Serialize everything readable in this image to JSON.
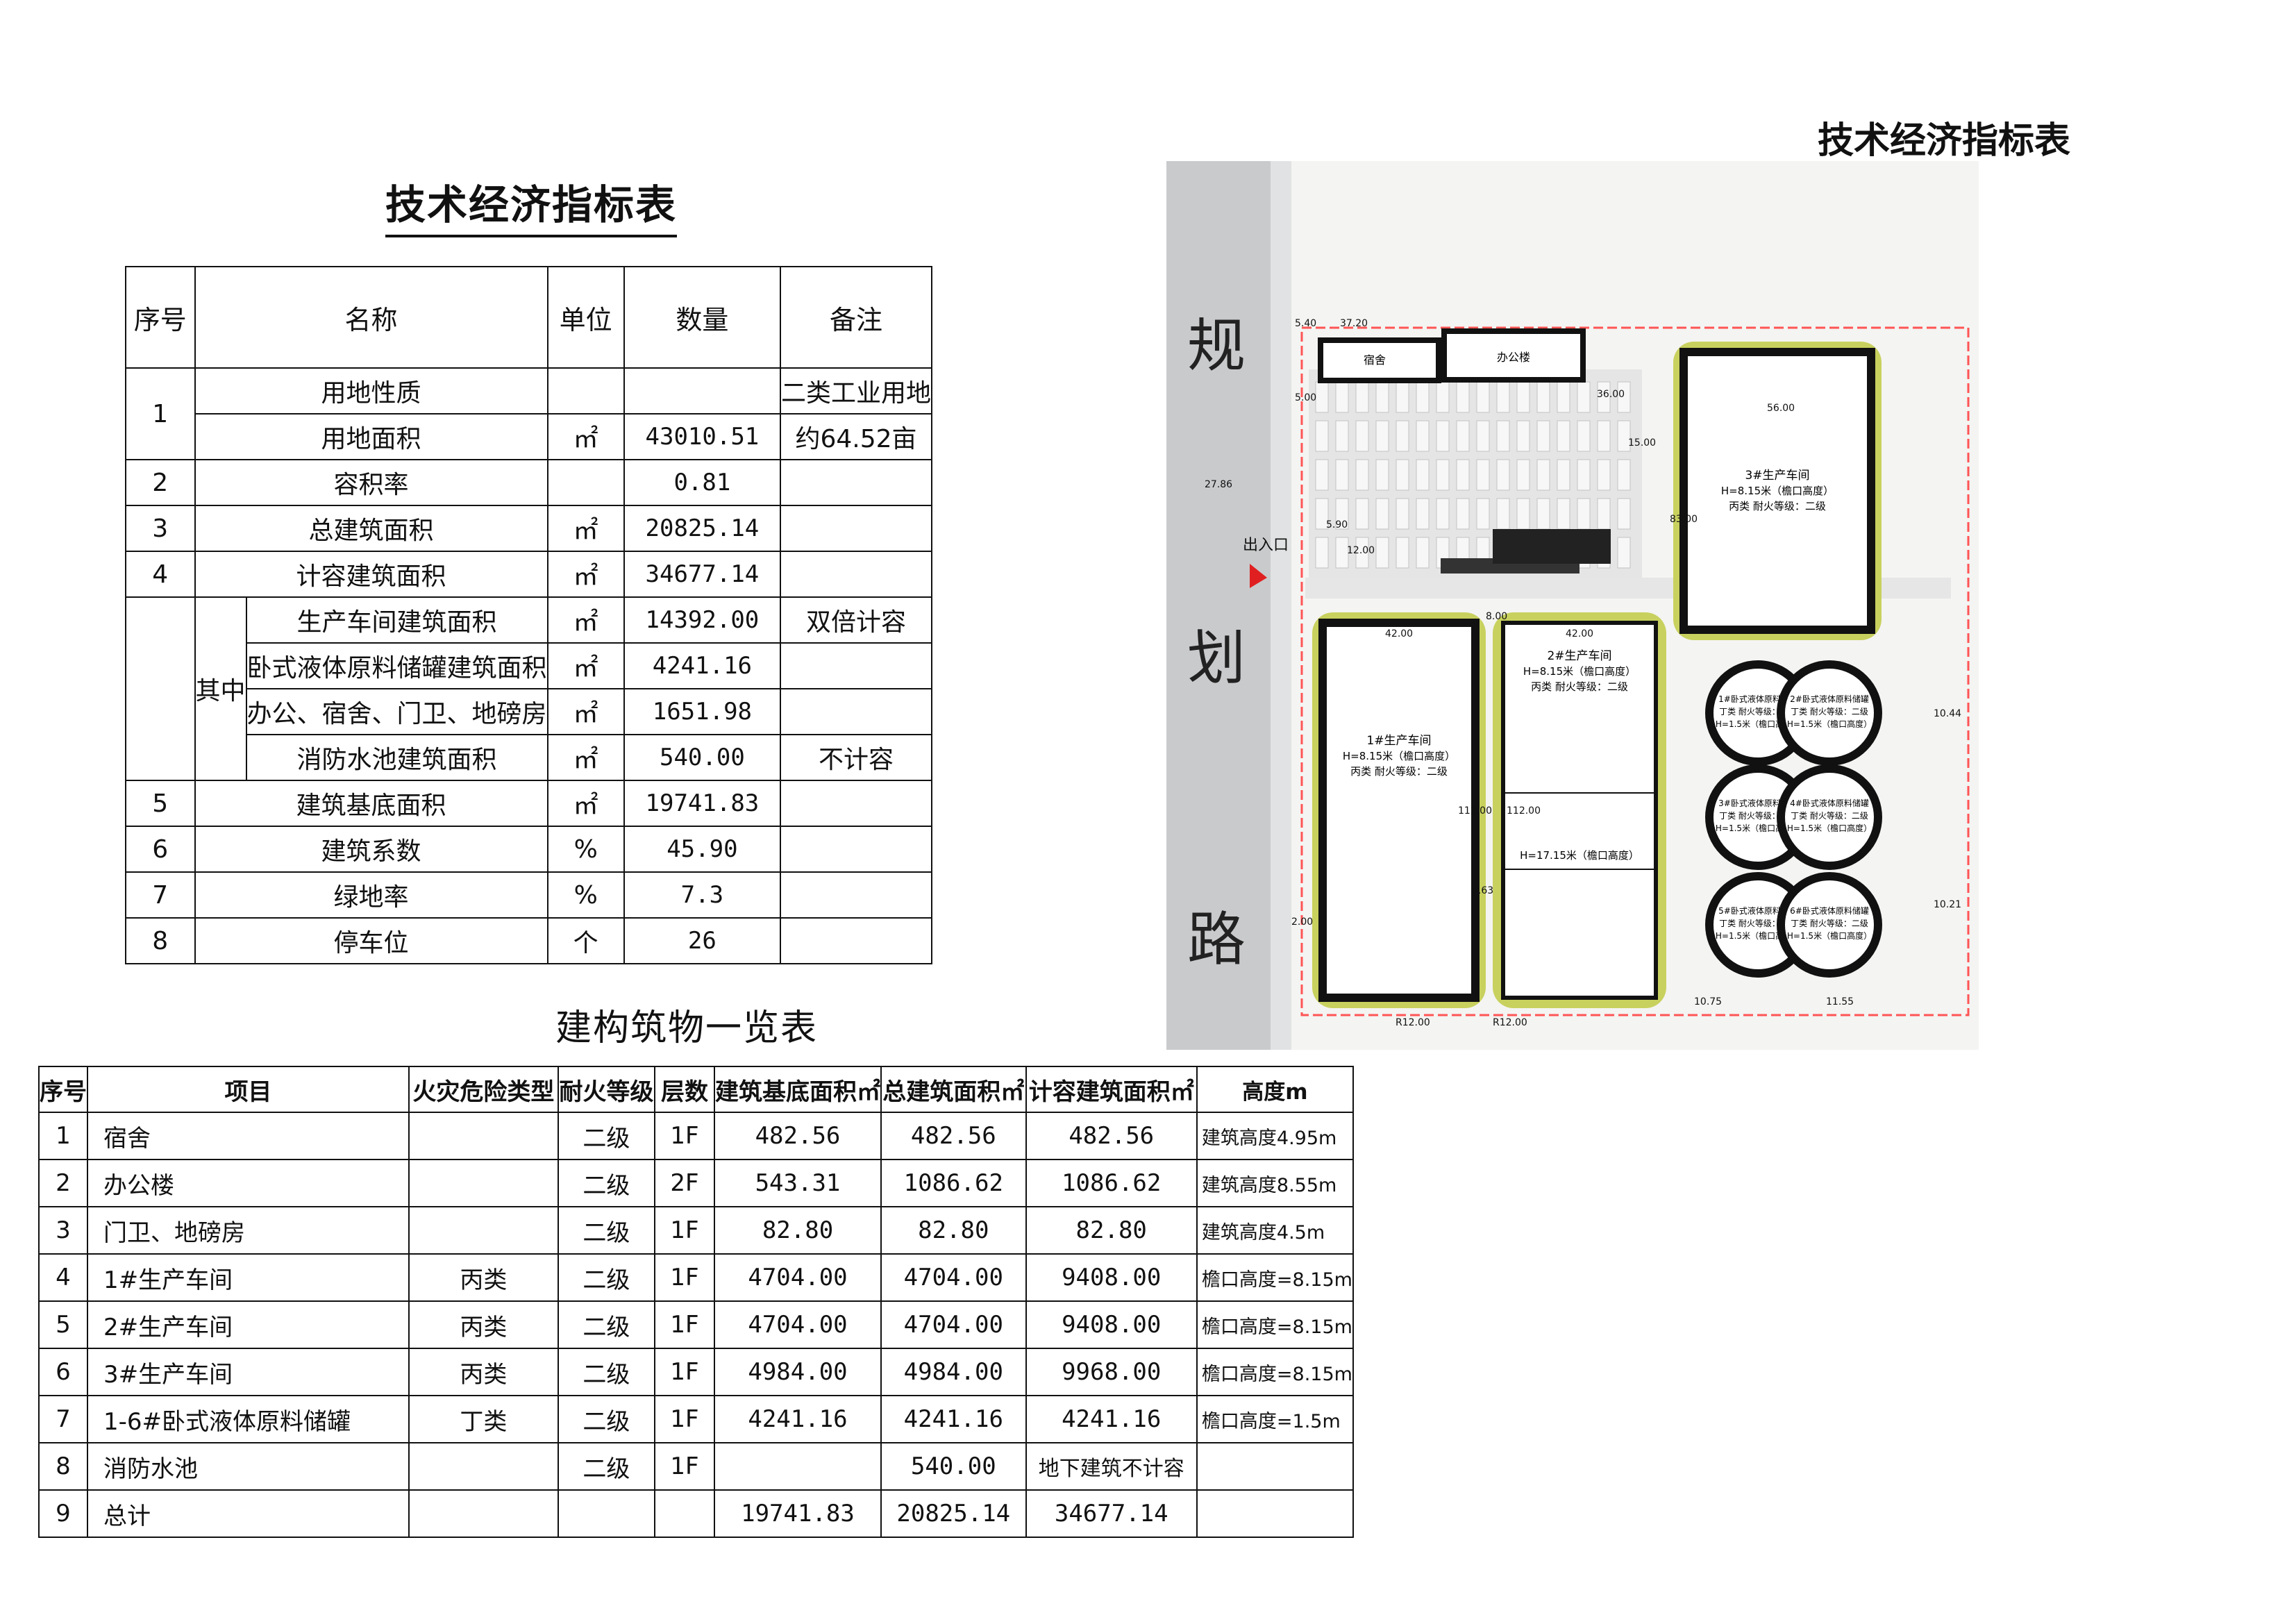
{
  "tech_table": {
    "title": "技术经济指标表",
    "headers": {
      "no": "序号",
      "name": "名称",
      "unit": "单位",
      "qty": "数量",
      "note": "备注"
    },
    "rows": [
      {
        "no": "1",
        "name": "用地性质",
        "unit": "",
        "qty": "",
        "note": "二类工业用地"
      },
      {
        "name": "用地面积",
        "unit": "㎡",
        "qty": "43010.51",
        "note": "约64.52亩"
      },
      {
        "no": "2",
        "name": "容积率",
        "unit": "",
        "qty": "0.81",
        "note": ""
      },
      {
        "no": "3",
        "name": "总建筑面积",
        "unit": "㎡",
        "qty": "20825.14",
        "note": ""
      },
      {
        "no": "4",
        "name": "计容建筑面积",
        "unit": "㎡",
        "qty": "34677.14",
        "note": ""
      },
      {
        "group": "其中",
        "name": "生产车间建筑面积",
        "unit": "㎡",
        "qty": "14392.00",
        "note": "双倍计容"
      },
      {
        "name": "卧式液体原料储罐建筑面积",
        "unit": "㎡",
        "qty": "4241.16",
        "note": ""
      },
      {
        "name": "办公、宿舍、门卫、地磅房",
        "unit": "㎡",
        "qty": "1651.98",
        "note": ""
      },
      {
        "name": "消防水池建筑面积",
        "unit": "㎡",
        "qty": "540.00",
        "note": "不计容"
      },
      {
        "no": "5",
        "name": "建筑基底面积",
        "unit": "㎡",
        "qty": "19741.83",
        "note": ""
      },
      {
        "no": "6",
        "name": "建筑系数",
        "unit": "%",
        "qty": "45.90",
        "note": ""
      },
      {
        "no": "7",
        "name": "绿地率",
        "unit": "%",
        "qty": "7.3",
        "note": ""
      },
      {
        "no": "8",
        "name": "停车位",
        "unit": "个",
        "qty": "26",
        "note": ""
      }
    ]
  },
  "building_table": {
    "title": "建构筑物一览表",
    "headers": [
      "序号",
      "项目",
      "火灾危险类型",
      "耐火等级",
      "层数",
      "建筑基底面积㎡",
      "总建筑面积㎡",
      "计容建筑面积㎡",
      "高度m"
    ],
    "rows": [
      [
        "1",
        "宿舍",
        "",
        "二级",
        "1F",
        "482.56",
        "482.56",
        "482.56",
        "建筑高度4.95m"
      ],
      [
        "2",
        "办公楼",
        "",
        "二级",
        "2F",
        "543.31",
        "1086.62",
        "1086.62",
        "建筑高度8.55m"
      ],
      [
        "3",
        "门卫、地磅房",
        "",
        "二级",
        "1F",
        "82.80",
        "82.80",
        "82.80",
        "建筑高度4.5m"
      ],
      [
        "4",
        "1#生产车间",
        "丙类",
        "二级",
        "1F",
        "4704.00",
        "4704.00",
        "9408.00",
        "檐口高度=8.15m"
      ],
      [
        "5",
        "2#生产车间",
        "丙类",
        "二级",
        "1F",
        "4704.00",
        "4704.00",
        "9408.00",
        "檐口高度=8.15m"
      ],
      [
        "6",
        "3#生产车间",
        "丙类",
        "二级",
        "1F",
        "4984.00",
        "4984.00",
        "9968.00",
        "檐口高度=8.15m"
      ],
      [
        "7",
        "1-6#卧式液体原料储罐",
        "丁类",
        "二级",
        "1F",
        "4241.16",
        "4241.16",
        "4241.16",
        "檐口高度=1.5m"
      ],
      [
        "8",
        "消防水池",
        "",
        "二级",
        "1F",
        "",
        "540.00",
        "地下建筑不计容",
        ""
      ],
      [
        "9",
        "总计",
        "",
        "",
        "",
        "19741.83",
        "20825.14",
        "34677.14",
        ""
      ]
    ]
  },
  "site_plan": {
    "title": "技术经济指标表",
    "road_label": [
      "规",
      "划",
      "路"
    ],
    "entrance": "出入口",
    "buildings": {
      "dorm": "宿舍",
      "office": "办公楼",
      "ws1": [
        "1#生产车间",
        "H=8.15米（檐口高度）",
        "丙类  耐火等级：二级"
      ],
      "ws2": [
        "2#生产车间",
        "H=8.15米（檐口高度）",
        "丙类  耐火等级：二级"
      ],
      "ws2_low": "H=17.15米（檐口高度）",
      "ws3": [
        "3#生产车间",
        "H=8.15米（檐口高度）",
        "丙类  耐火等级：二级"
      ]
    },
    "tanks": [
      [
        "1#卧式液体原料储罐",
        "丁类  耐火等级：二级",
        "H=1.5米（檐口高度）"
      ],
      [
        "2#卧式液体原料储罐",
        "丁类  耐火等级：二级",
        "H=1.5米（檐口高度）"
      ],
      [
        "3#卧式液体原料储罐",
        "丁类  耐火等级：二级",
        "H=1.5米（檐口高度）"
      ],
      [
        "4#卧式液体原料储罐",
        "丁类  耐火等级：二级",
        "H=1.5米（檐口高度）"
      ],
      [
        "5#卧式液体原料储罐",
        "丁类  耐火等级：二级",
        "H=1.5米（檐口高度）"
      ],
      [
        "6#卧式液体原料储罐",
        "丁类  耐火等级：二级",
        "H=1.5米（檐口高度）"
      ]
    ],
    "dims": {
      "d1": "5.40",
      "d2": "37.20",
      "d3": "5.00",
      "d4": "27.86",
      "d5": "56.00",
      "d6": "42.00",
      "d7": "42.00",
      "d8": "112.00",
      "d9": "112.00",
      "d10": "83.00",
      "d11": "12.00",
      "d12": "15.00",
      "d13": "36.00",
      "d14": "5.90",
      "d15": "8.00",
      "d16": "5.63",
      "d17": "2.00",
      "d18": "10.75",
      "d19": "11.55",
      "d20": "10.44",
      "d21": "10.21",
      "d22": "R12.00",
      "d23": "R12.00"
    }
  }
}
